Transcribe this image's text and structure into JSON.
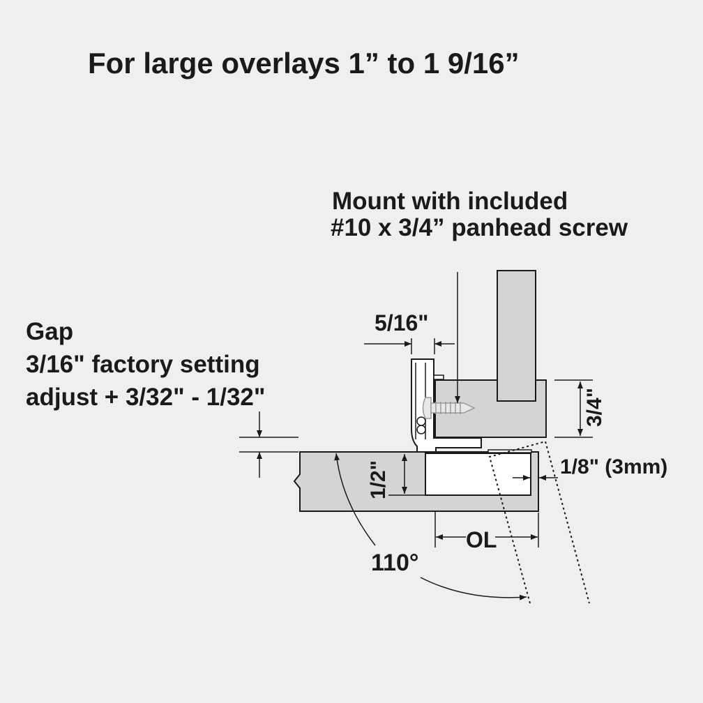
{
  "title": "For large overlays 1” to 1 9/16”",
  "mount_note": {
    "line1": "Mount with included",
    "line2": "#10 x 3/4” panhead screw"
  },
  "gap_note": {
    "line1": "Gap",
    "line2": "3/16\" factory setting",
    "line3": "adjust + 3/32\" - 1/32\""
  },
  "dimensions": {
    "arm_offset": "5/16\"",
    "frame_thickness": "3/4\"",
    "cup_depth": "1/2\"",
    "edge_distance": "1/8\" (3mm)",
    "overlay": "OL",
    "opening_angle": "110°"
  },
  "colors": {
    "background": "#efefef",
    "material": "#d4d4d4",
    "line": "#1a1a1a"
  }
}
